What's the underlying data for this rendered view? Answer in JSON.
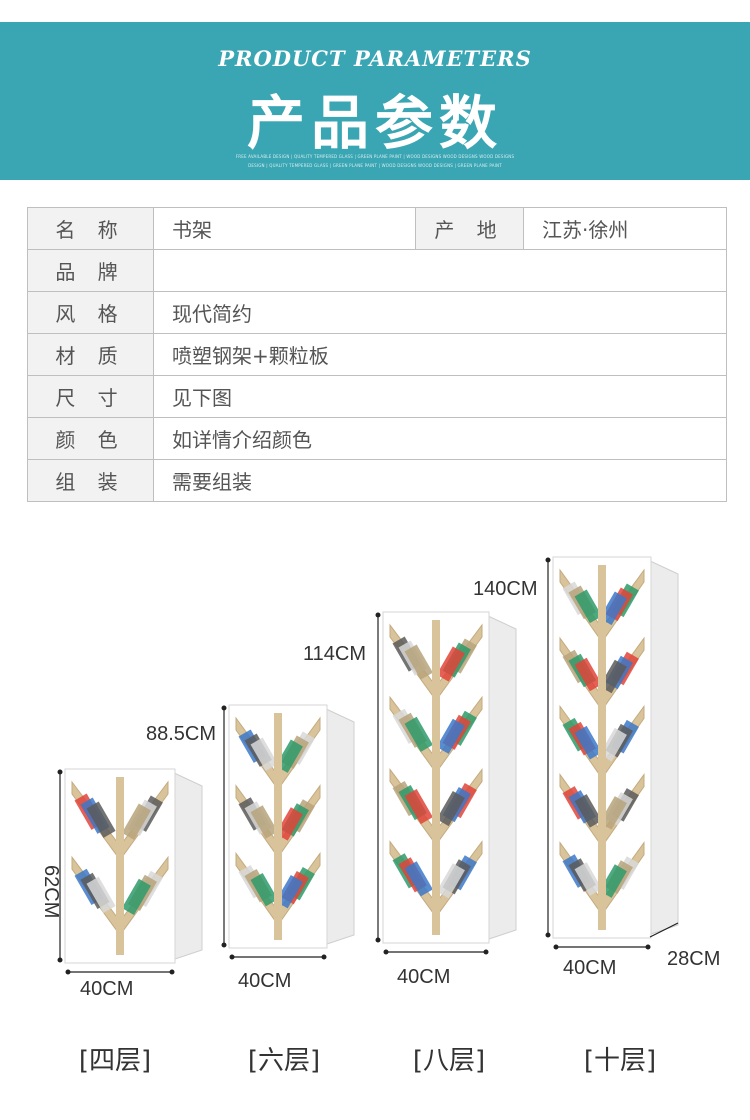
{
  "header": {
    "title_en": "PRODUCT PARAMETERS",
    "title_cn": "产品参数",
    "fine_print_1": "FREE AVAILABLE DESIGN | QUALITY TEMPERED GLASS | GREEN PLANE PAINT | WOOD DESIGNS WOOD DESIGNS WOOD DESIGNS",
    "fine_print_2": "DESIGN | QUALITY TEMPERED GLASS | GREEN PLANE PAINT | WOOD DESIGNS WOOD DESIGNS | GREEN PLANE PAINT"
  },
  "params": {
    "name_label": "名 称",
    "name_value": "书架",
    "origin_label": "产 地",
    "origin_value": "江苏·徐州",
    "rows": [
      {
        "label": "品 牌",
        "value": ""
      },
      {
        "label": "风 格",
        "value": "现代简约"
      },
      {
        "label": "材 质",
        "value": "喷塑钢架+颗粒板"
      },
      {
        "label": "尺 寸",
        "value": "见下图"
      },
      {
        "label": "颜 色",
        "value": "如详情介绍颜色"
      },
      {
        "label": "组 装",
        "value": "需要组装"
      }
    ]
  },
  "dimensions": {
    "heights": [
      "62CM",
      "88.5CM",
      "114CM",
      "140CM"
    ],
    "widths": [
      "40CM",
      "40CM",
      "40CM",
      "40CM"
    ],
    "depth": "28CM"
  },
  "captions": [
    "[四层]",
    "[六层]",
    "[八层]",
    "[十层]"
  ],
  "colors": {
    "banner": "#3aa6b3",
    "wood": "#d9c39b",
    "frame": "#ffffff"
  }
}
